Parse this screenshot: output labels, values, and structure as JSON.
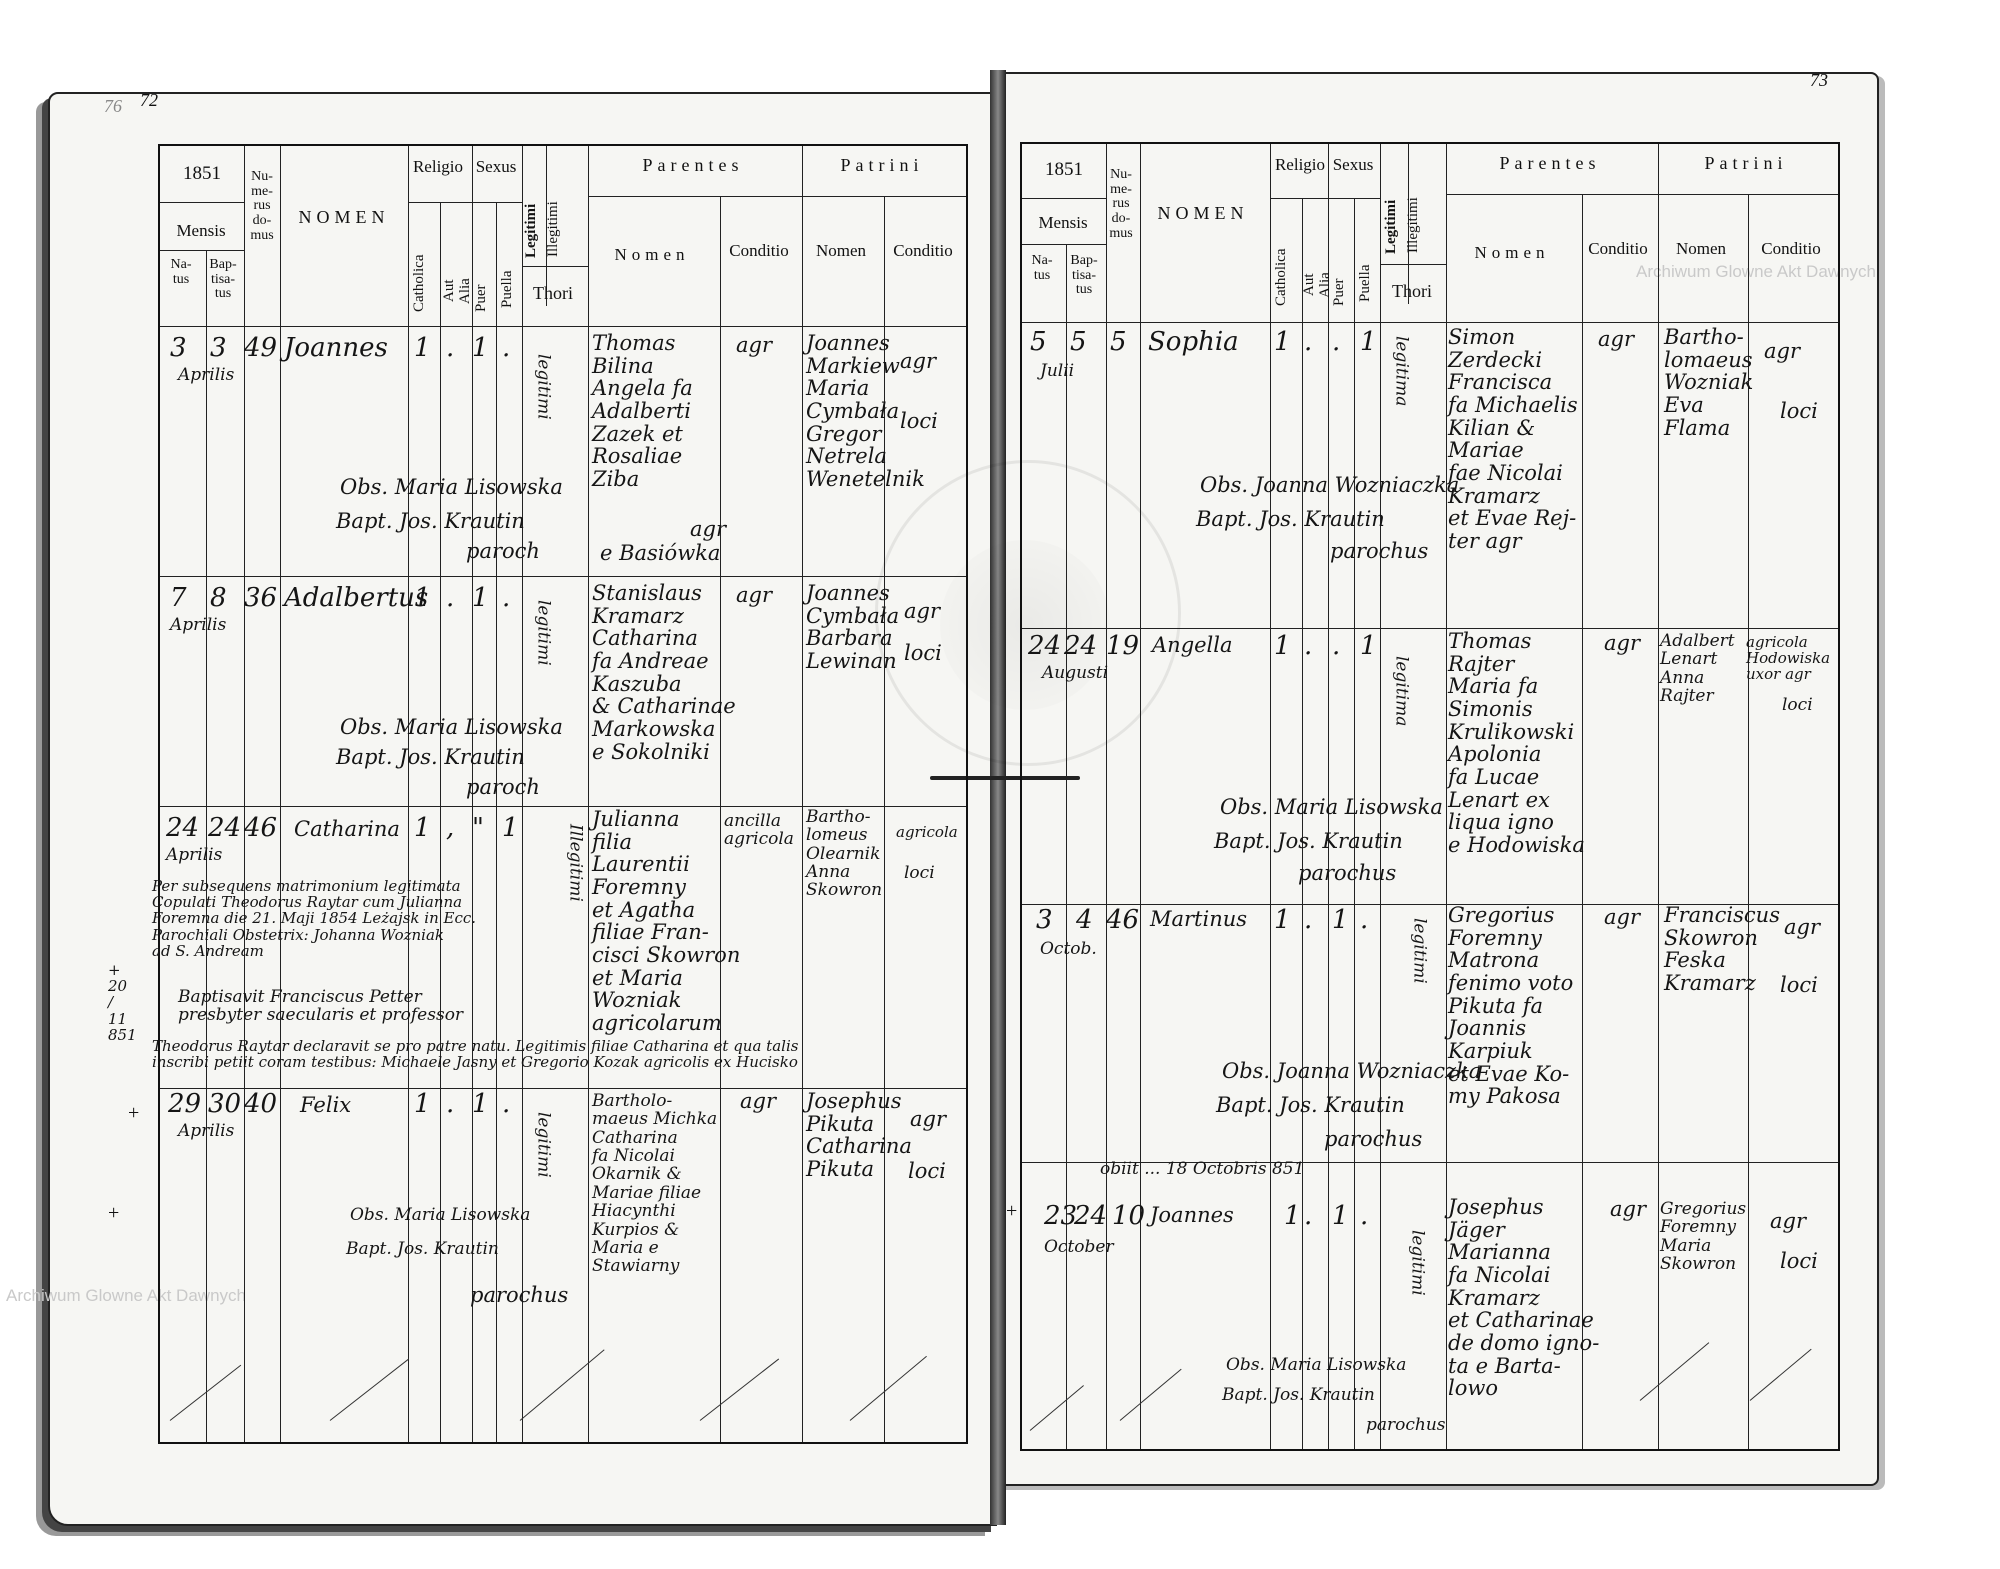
{
  "page_numbers": {
    "left": "72",
    "left_faint": "76",
    "right": "73"
  },
  "watermarks": {
    "right_top": "Archiwum Glowne Akt Dawnych",
    "left_bottom": "Archiwum Glowne Akt Dawnych"
  },
  "header": {
    "year_left": "1851",
    "year_right": "1851",
    "mensis": "Mensis",
    "natus": "Na-\ntus",
    "baptisatus": "Bap-\ntisa-\ntus",
    "numerus_domus": "Nu-\nme-\nrus\ndo-\nmus",
    "nomen": "NOMEN",
    "religio": "Religio",
    "catholica": "Catholica",
    "aut_alia": "Aut Alia",
    "sexus": "Sexus",
    "puer": "Puer",
    "puella": "Puella",
    "legitimi": "Legitimi",
    "illegitimi": "Illegitimi",
    "thori": "Thori",
    "parentes": "Parentes",
    "patrini": "Patrini",
    "nomen_small": "Nomen",
    "nomen_spaced": "Nomen",
    "conditio": "Conditio"
  },
  "left_entries": [
    {
      "day": "3",
      "bapt": "3",
      "month": "Aprilis",
      "house": "49",
      "name": "Joannes",
      "cath": "1",
      "alia": ".",
      "puer": "1",
      "puella": ".",
      "legit": "legitimi",
      "parents": "Thomas\nBilina\nAngela fa\nAdalberti\nZazek et\nRosaliae\nZiba",
      "cond": "agr",
      "parents_tail": "agr",
      "parents_loc": "e Basiówka",
      "patrini": "Joannes\nMarkiew\nMaria\nCymbała\nGregor\nNetrela\nWenetelnik",
      "pat_cond": "agr",
      "pat_cond2": "loci",
      "obst": "Obs. Maria Lisowska",
      "bapt_by": "Bapt. Jos. Krautin",
      "paroch": "paroch"
    },
    {
      "day": "7",
      "bapt": "8",
      "month": "Aprilis",
      "house": "36",
      "name": "Adalbertus",
      "cath": "1",
      "alia": ".",
      "puer": "1",
      "puella": ".",
      "legit": "legitimi",
      "parents": "Stanislaus\nKramarz\nCatharina\nfa Andreae\nKaszuba\n& Catharinae\nMarkowska\ne Sokolniki",
      "cond": "agr",
      "patrini": "Joannes\nCymbała\nBarbara\nLewinan",
      "pat_cond": "agr",
      "pat_cond2": "loci",
      "obst": "Obs. Maria Lisowska",
      "bapt_by": "Bapt. Jos. Krautin",
      "paroch": "paroch"
    },
    {
      "day": "24",
      "bapt": "24",
      "month": "Aprilis",
      "house": "46",
      "name": "Catharina",
      "cath": "1",
      "alia": ",",
      "puer": "\"",
      "puella": "1",
      "legit": "Illegitimi",
      "parents": "Julianna\nfilia\nLaurentii\nForemny\net Agatha\nfiliae Fran-\ncisci Skowron\net Maria\nWozniak\nagricolarum",
      "cond": "ancilla\nagricola",
      "patrini": "Bartho-\nlomeus\nOlearnik\nAnna\nSkowron",
      "pat_cond": "agricola",
      "pat_cond2": "loci",
      "note1": "Per subsequens matrimonium legitimata\nCopulati Theodorus Raytar cum Julianna\nForemna die 21. Maji 1854 Leżajsk in Ecc.\nParochiali Obstetrix: Johanna Wozniak\nad S. Andream",
      "note2": "Baptisavit Franciscus Petter\npresbyter saecularis et professor",
      "note3": "Theodorus Raytar declaravit se pro patre natu. Legitimis filiae Catharina et qua talis\ninscribi petiit coram testibus: Michaele Jasny et Gregorio Kozak agricolis ex Hucisko",
      "margin": "+ 20 / 11 851"
    },
    {
      "day": "29",
      "bapt": "30",
      "month": "Aprilis",
      "house": "40",
      "name": "Felix",
      "cath": "1",
      "alia": ".",
      "puer": "1",
      "puella": ".",
      "legit": "legitimi",
      "parents": "Bartholo-\nmaeus Michka\nCatharina\nfa Nicolai\nOkarnik &\nMariae filiae\nHiacynthi\nKurpios &\nMaria e\nStawiarny",
      "cond": "agr",
      "patrini": "Josephus\nPikuta\nCatharina\nPikuta",
      "pat_cond": "agr",
      "pat_cond2": "loci",
      "obst": "Obs. Maria Lisowska",
      "bapt_by": "Bapt. Jos. Krautin",
      "paroch": "parochus"
    }
  ],
  "right_entries": [
    {
      "day": "5",
      "bapt": "5",
      "month": "Julii",
      "house": "5",
      "name": "Sophia",
      "cath": "1",
      "alia": ".",
      "puer": ".",
      "puella": "1",
      "legit": "legitima",
      "parents": "Simon\nZerdecki\nFrancisca\nfa Michaelis\nKilian &\nMariae\nfae Nicolai\nKramarz\net Evae Rej-\nter agr",
      "cond": "agr",
      "patrini": "Bartho-\nlomaeus\nWozniak\nEva\nFlama",
      "pat_cond": "agr",
      "pat_cond2": "loci",
      "obst": "Obs. Joanna Wozniaczka",
      "bapt_by": "Bapt. Jos. Krautin",
      "paroch": "parochus"
    },
    {
      "day": "24",
      "bapt": "24",
      "month": "Augusti",
      "house": "19",
      "name": "Angella",
      "cath": "1",
      "alia": ".",
      "puer": ".",
      "puella": "1",
      "legit": "legitima",
      "parents": "Thomas\nRajter\nMaria fa\nSimonis\nKrulikowski\nApolonia\nfa Lucae\nLenart ex\nliqua igno\ne Hodowiska",
      "cond": "agr",
      "patrini": "Adalbert\nLenart\nAnna\nRajter",
      "pat_cond": "agricola\nHodowiska\nuxor agr",
      "pat_cond2": "loci",
      "obst": "Obs. Maria Lisowska",
      "bapt_by": "Bapt. Jos. Krautin",
      "paroch": "parochus"
    },
    {
      "day": "3",
      "bapt": "4",
      "month": "Octob.",
      "house": "46",
      "name": "Martinus",
      "cath": "1",
      "alia": ".",
      "puer": "1",
      "puella": ".",
      "legit": "legitimi",
      "parents": "Gregorius\nForemny\nMatrona\nfenimo voto\nPikuta fa\nJoannis\nKarpiuk\net Evae Ko-\nmy Pakosa",
      "cond": "agr",
      "patrini": "Franciscus\nSkowron\nFeska\nKramarz",
      "pat_cond": "agr",
      "pat_cond2": "loci",
      "obst": "Obs. Joanna Wozniaczka",
      "bapt_by": "Bapt. Jos. Krautin",
      "paroch": "parochus",
      "note": "obiit ... 18 Octobris 851"
    },
    {
      "day": "23",
      "bapt": "24",
      "month": "October",
      "house": "10",
      "name": "Joannes",
      "cath": "1",
      "alia": ".",
      "puer": "1",
      "puella": ".",
      "legit": "legitimi",
      "parents": "Josephus\nJäger\nMarianna\nfa Nicolai\nKramarz\net Catharinae\nde domo igno-\nta e Barta-\nlowo",
      "cond": "agr",
      "patrini": "Gregorius\nForemny\nMaria\nSkowron",
      "pat_cond": "agr",
      "pat_cond2": "loci",
      "obst": "Obs. Maria Lisowska",
      "bapt_by": "Bapt. Jos. Krautin",
      "paroch": "parochus"
    }
  ]
}
